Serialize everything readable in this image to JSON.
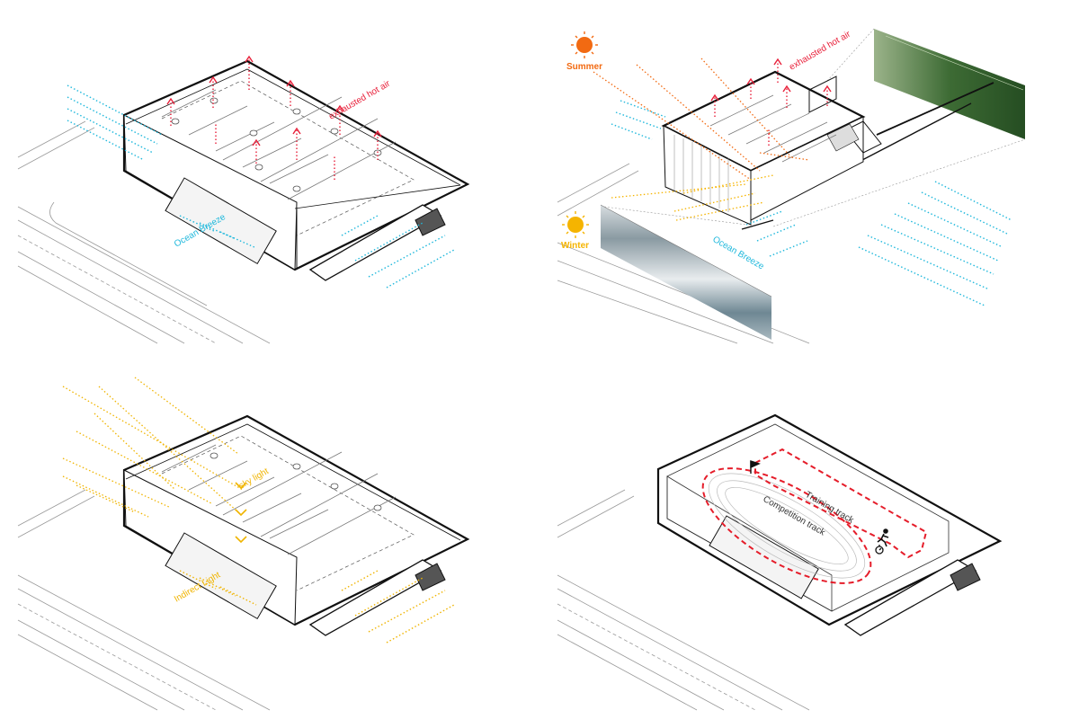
{
  "colors": {
    "breeze": "#1fb8dc",
    "hot_air": "#e8203a",
    "summer_sun": "#f26a12",
    "winter_sun": "#f5b400",
    "light": "#f0b400",
    "track": "#e51d2a",
    "line": "#111111",
    "thin": "#8a8a8a"
  },
  "panels": {
    "ventilation": {
      "breeze_label": "Ocean Breeze",
      "hot_air_label": "exhausted hot air"
    },
    "section": {
      "summer_label": "Summer",
      "winter_label": "Winter",
      "hot_air_label": "exhausted hot air",
      "breeze_label": "Ocean Breeze"
    },
    "daylight": {
      "skylight_label": "sky light",
      "indirect_label": "Indirect Light"
    },
    "tracks": {
      "training_label": "Training track",
      "competition_label": "Competition track"
    }
  },
  "icons": {
    "summer": "sun-icon",
    "winter": "sun-icon",
    "start": "flag-icon",
    "runner": "runner-icon",
    "timer": "stopwatch-icon"
  }
}
